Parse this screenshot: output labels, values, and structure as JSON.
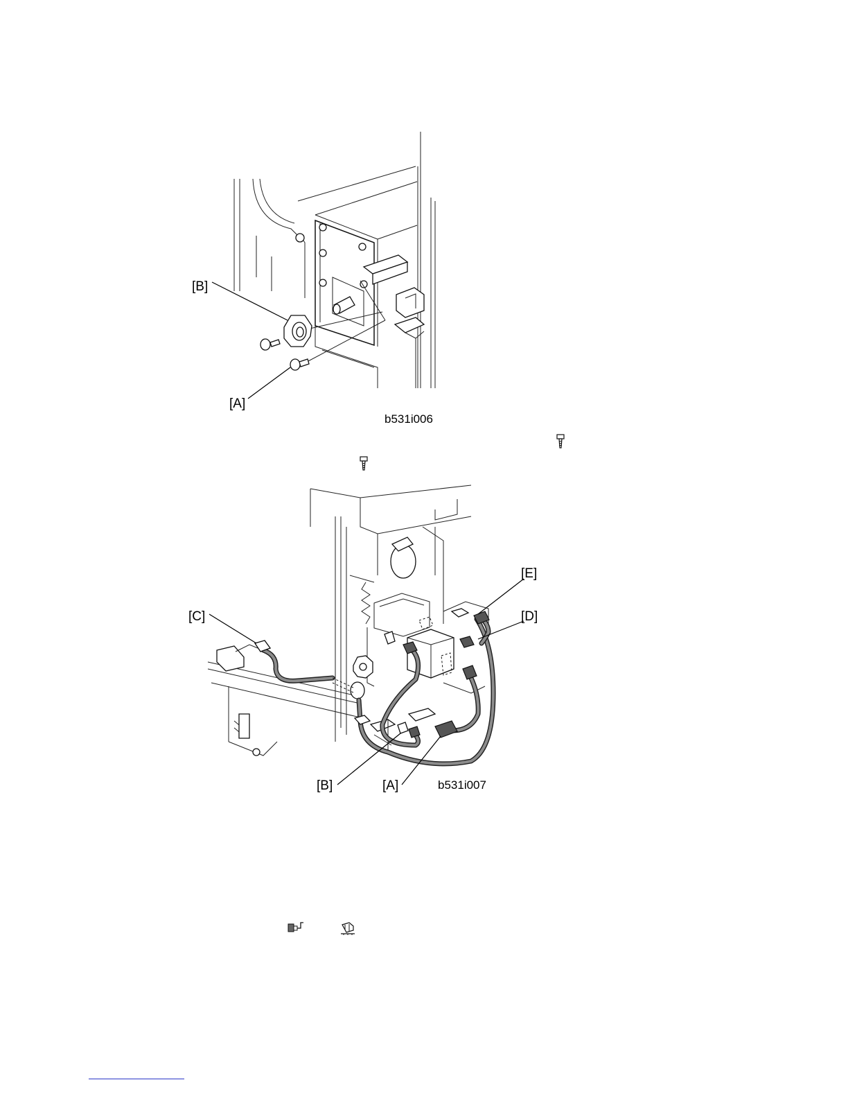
{
  "figure1": {
    "id": "b531i006",
    "labels": {
      "a": "[A]",
      "b": "[B]"
    }
  },
  "figure2": {
    "id": "b531i007",
    "labels": {
      "a": "[A]",
      "b": "[B]",
      "c": "[C]",
      "d": "[D]",
      "e": "[E]"
    }
  },
  "icons": {
    "screw_icon_1": "screw-icon",
    "screw_icon_2": "screw-icon",
    "connector_icon": "connector-icon",
    "harness_clamp_icon": "harness-clamp-icon"
  }
}
